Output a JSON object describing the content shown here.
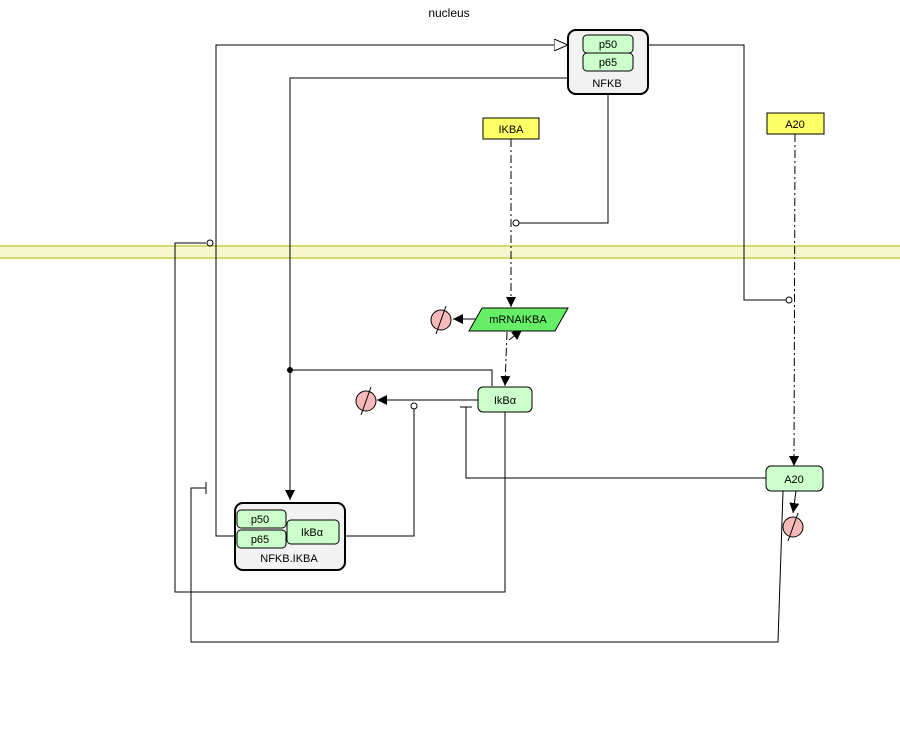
{
  "compartment": {
    "label": "nucleus",
    "membrane_color": "#e3e38a"
  },
  "colors": {
    "gene": "#ffff66",
    "protein": "#ccffcc",
    "mrna": "#66ee66",
    "complex": "#f2f2f2",
    "degradation": "#f7b9b9",
    "line": "#000000"
  },
  "nodes": {
    "nfkb": {
      "label": "NFKB",
      "sub_p50": "p50",
      "sub_p65": "p65"
    },
    "nfkb_ikba": {
      "label": "NFKB.IKBA",
      "sub_p50": "p50",
      "sub_p65": "p65",
      "sub_ikb": "IkBα"
    },
    "ikba_gene": {
      "label": "IKBA"
    },
    "a20_gene": {
      "label": "A20"
    },
    "mrna_ikba": {
      "label": "mRNAIKBA"
    },
    "ikba_protein": {
      "label": "IkBα"
    },
    "a20_protein": {
      "label": "A20"
    }
  },
  "degradation_icons": [
    "mrna-degradation",
    "ikba-degradation",
    "a20-degradation"
  ]
}
